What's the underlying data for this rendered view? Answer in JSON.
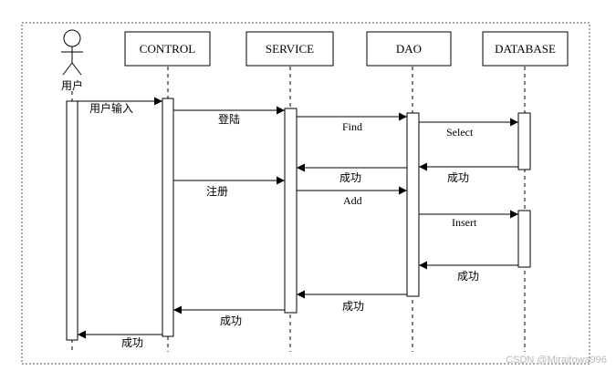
{
  "actor": {
    "label": "用户"
  },
  "participants": [
    {
      "id": "control",
      "label": "CONTROL"
    },
    {
      "id": "service",
      "label": "SERVICE"
    },
    {
      "id": "dao",
      "label": "DAO"
    },
    {
      "id": "database",
      "label": "DATABASE"
    }
  ],
  "messages": [
    {
      "id": "user-input",
      "from": "actor",
      "to": "control",
      "type": "sync",
      "label": "用户输入"
    },
    {
      "id": "login",
      "from": "control",
      "to": "service",
      "type": "sync",
      "label": "登陆"
    },
    {
      "id": "find",
      "from": "service",
      "to": "dao",
      "type": "sync",
      "label": "Find"
    },
    {
      "id": "select",
      "from": "dao",
      "to": "database",
      "type": "sync",
      "label": "Select"
    },
    {
      "id": "select-return",
      "from": "database",
      "to": "dao",
      "type": "return",
      "label": "成功"
    },
    {
      "id": "find-return",
      "from": "dao",
      "to": "service",
      "type": "return",
      "label": "成功"
    },
    {
      "id": "register",
      "from": "control",
      "to": "service",
      "type": "sync",
      "label": "注册"
    },
    {
      "id": "add",
      "from": "service",
      "to": "dao",
      "type": "sync",
      "label": "Add"
    },
    {
      "id": "insert",
      "from": "dao",
      "to": "database",
      "type": "sync",
      "label": "Insert"
    },
    {
      "id": "insert-return",
      "from": "database",
      "to": "dao",
      "type": "return",
      "label": "成功"
    },
    {
      "id": "add-return",
      "from": "dao",
      "to": "service",
      "type": "return",
      "label": "成功"
    },
    {
      "id": "service-return",
      "from": "service",
      "to": "control",
      "type": "return",
      "label": "成功"
    },
    {
      "id": "control-return",
      "from": "control",
      "to": "actor",
      "type": "return",
      "label": "成功"
    }
  ],
  "watermark": "CSDN @Miraitowa996"
}
